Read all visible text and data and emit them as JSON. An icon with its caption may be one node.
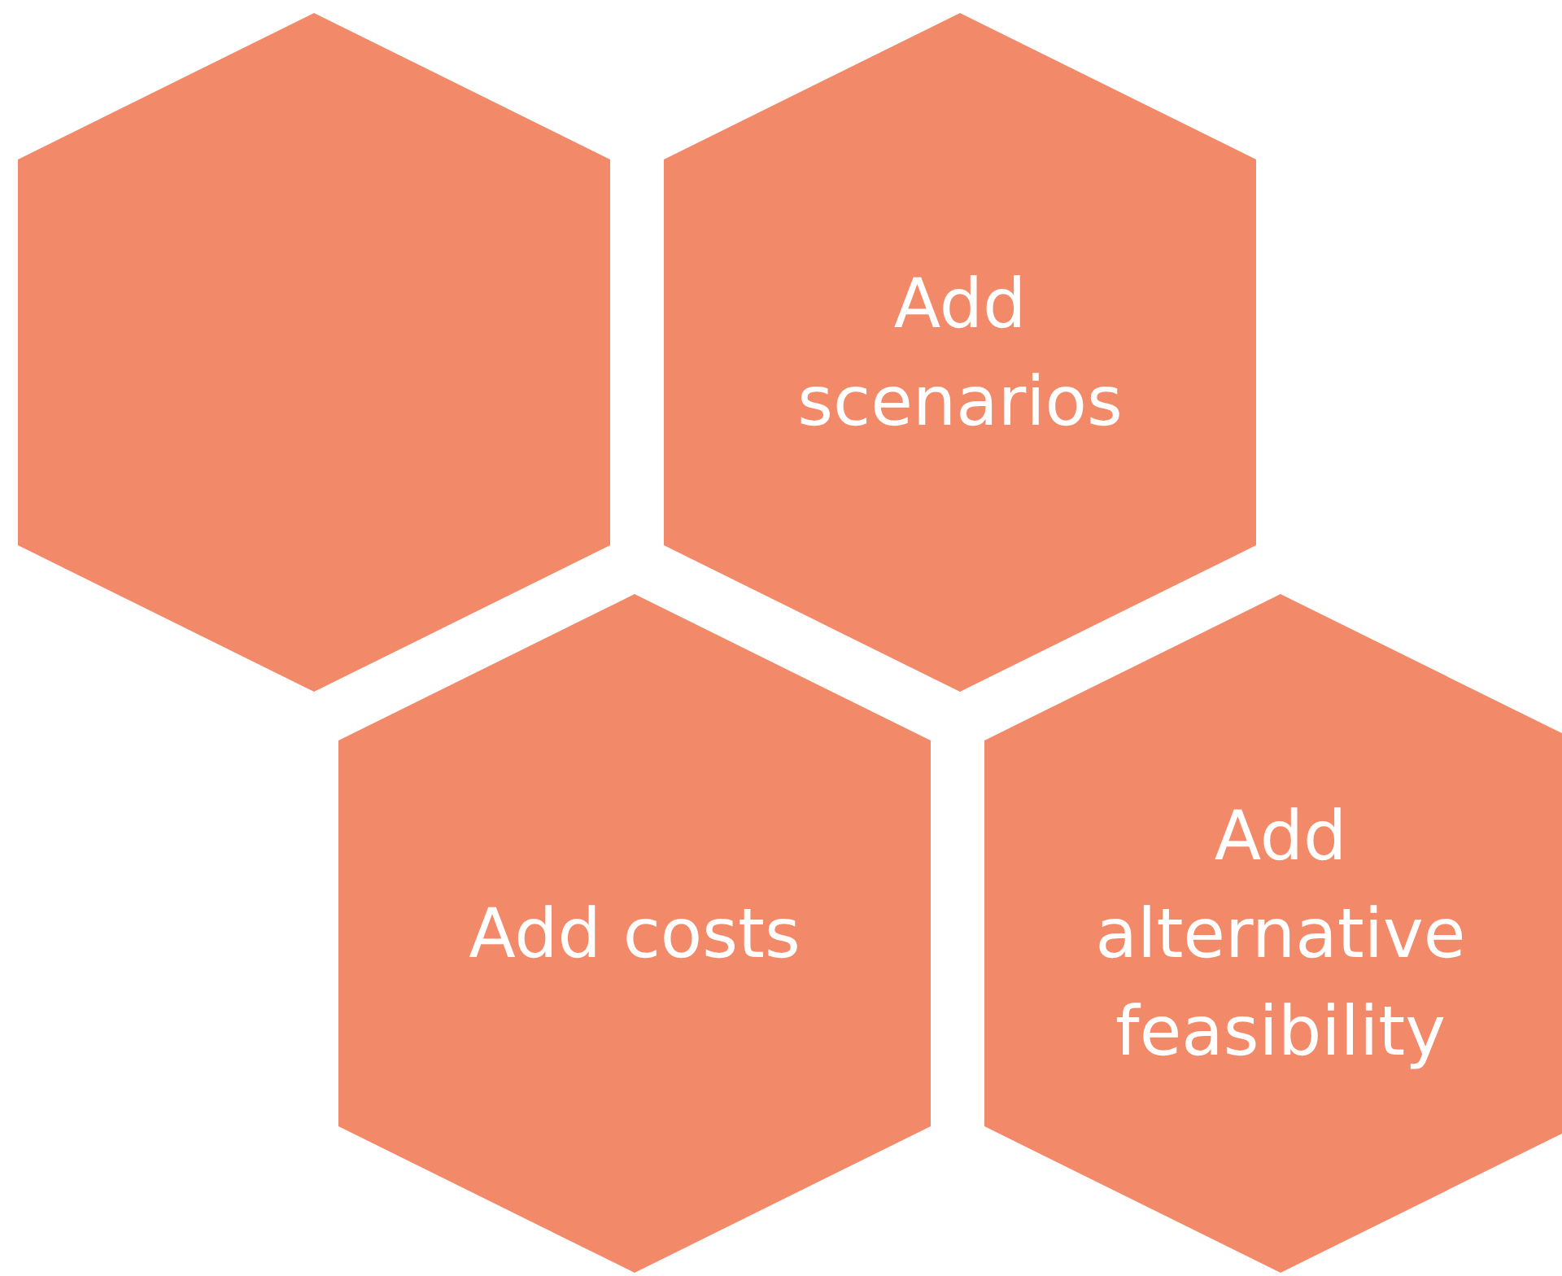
{
  "diagram": {
    "nodes": [
      {
        "text": [],
        "shape": "hexagon"
      },
      {
        "text": [
          "Add scenarios"
        ]
      },
      {
        "text": [
          "Add costs"
        ]
      },
      {
        "text": [
          "Add alternative feasibility"
        ]
      }
    ]
  }
}
